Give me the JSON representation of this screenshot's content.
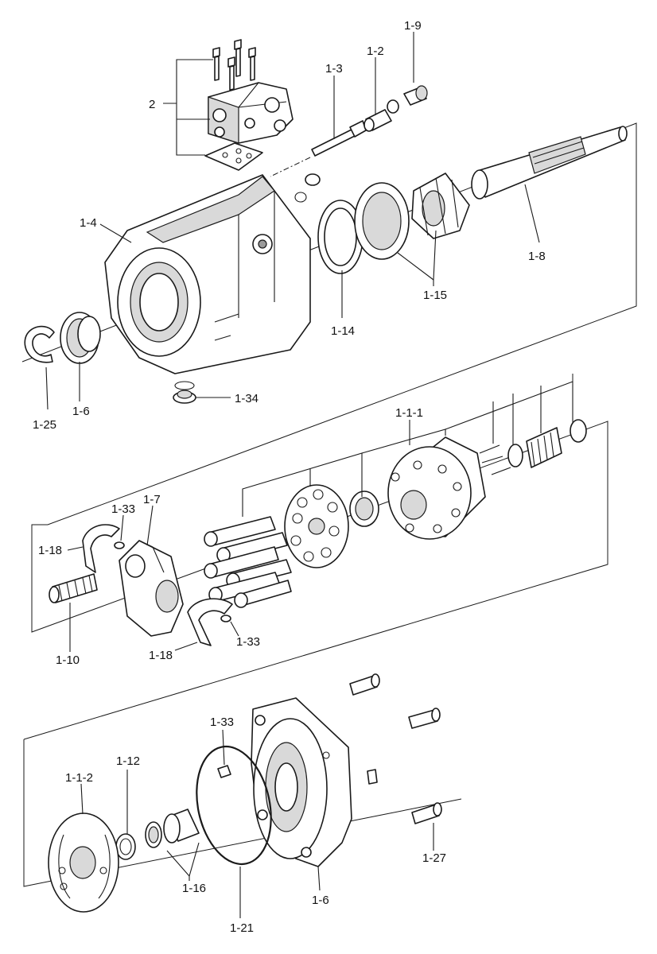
{
  "diagram": {
    "type": "exploded parts diagram",
    "labels": {
      "p2": "2",
      "p1_9": "1-9",
      "p1_2": "1-2",
      "p1_3": "1-3",
      "p1_4": "1-4",
      "p1_8": "1-8",
      "p1_15": "1-15",
      "p1_14": "1-14",
      "p1_25": "1-25",
      "p1_6a": "1-6",
      "p1_34": "1-34",
      "p1_1_1": "1-1-1",
      "p1_33a": "1-33",
      "p1_7": "1-7",
      "p1_18a": "1-18",
      "p1_10": "1-10",
      "p1_18b": "1-18",
      "p1_33b": "1-33",
      "p1_33c": "1-33",
      "p1_12": "1-12",
      "p1_1_2": "1-1-2",
      "p1_16": "1-16",
      "p1_21": "1-21",
      "p1_6b": "1-6",
      "p1_27": "1-27"
    }
  }
}
